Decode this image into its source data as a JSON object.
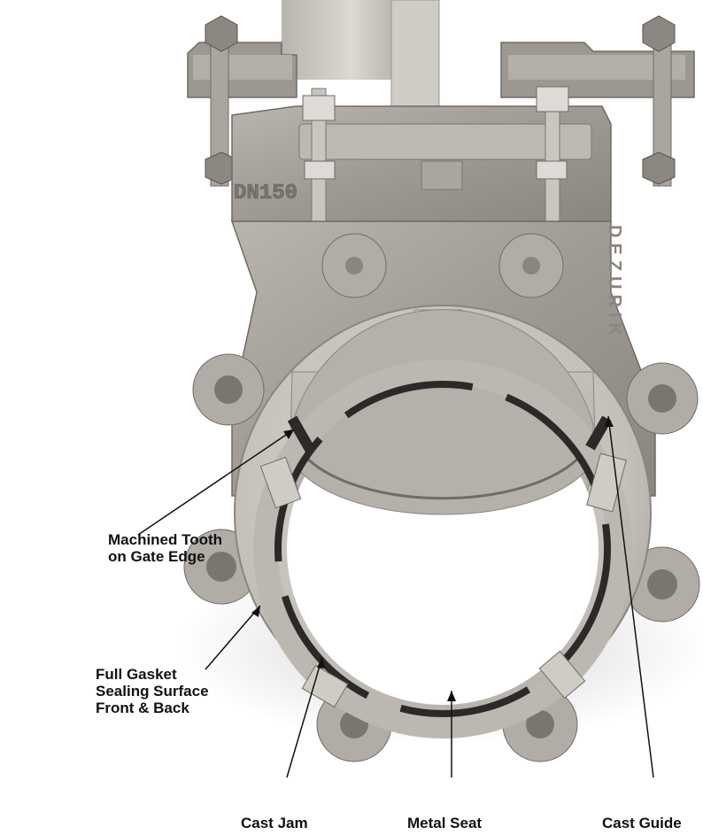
{
  "colors": {
    "metal_light": "#c9c6c0",
    "metal_mid": "#a9a59e",
    "metal_dark": "#6f6b65",
    "rubber": "#2b2a29",
    "text": "#111111"
  },
  "casting_mark": "DN150",
  "brand_mark": "DEZURIK",
  "callouts": {
    "machined_tooth": {
      "line1": "Machined Tooth",
      "line2": "on Gate Edge"
    },
    "gasket": {
      "line1": "Full Gasket",
      "line2": "Sealing Surface",
      "line3": "Front & Back"
    },
    "cast_jam": "Cast Jam",
    "metal_seat": "Metal Seat",
    "cast_guide": "Cast Guide"
  }
}
